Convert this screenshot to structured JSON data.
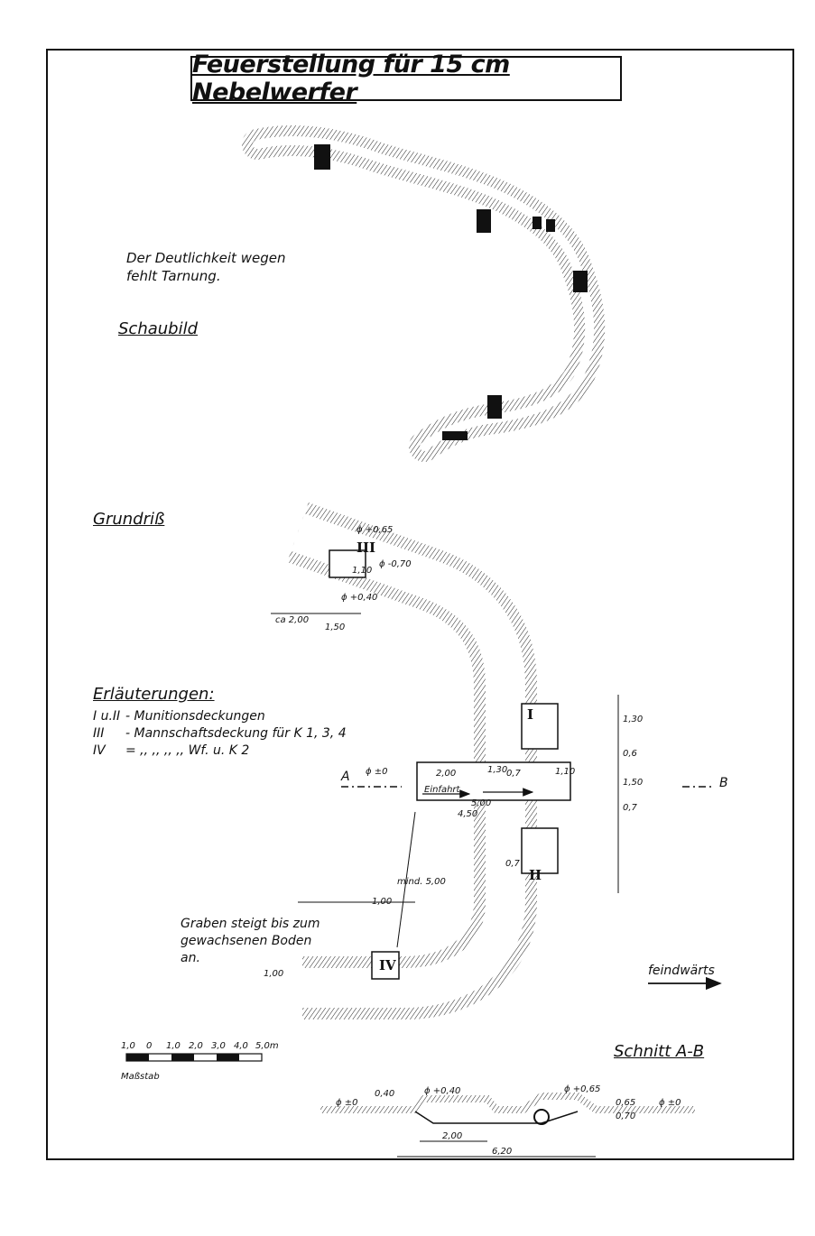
{
  "title": "Feuerstellung für 15 cm Nebelwerfer",
  "note": [
    "Der Deutlichkeit wegen",
    "fehlt Tarnung."
  ],
  "sections": {
    "perspective": "Schaubild",
    "plan": "Grundriß",
    "cross_section": "Schnitt A-B"
  },
  "legend": {
    "heading": "Erläuterungen:",
    "items": [
      {
        "key": "I u.II",
        "text": "- Munitionsdeckungen"
      },
      {
        "key": "III",
        "text": "- Mannschaftsdeckung für K 1, 3, 4"
      },
      {
        "key": "IV",
        "text": "=  ,,   ,,   ,,   ,, Wf. u. K 2"
      }
    ]
  },
  "plan_labels": {
    "section_a": "A",
    "section_b": "B",
    "entrance": "Einfahrt",
    "trench_note": [
      "Graben steigt bis zum",
      "gewachsenen Boden",
      "an."
    ],
    "direction": "feindwärts",
    "cover_1": "I",
    "cover_2": "II",
    "cover_3": "III",
    "cover_4": "IV",
    "dims": [
      "ϕ +0,65",
      "ϕ -0,70",
      "ϕ +0,40",
      "ϕ ±0",
      "2,00",
      "1,30",
      "0,7",
      "1,10",
      "5,00",
      "4,50",
      "1,50",
      "ca 2,00",
      "1,00",
      "mind. 5,00",
      "1,30",
      "0,6",
      "1,50",
      "0,7",
      "1,00",
      "1,10",
      "0,7"
    ]
  },
  "scale": {
    "ticks": [
      "1,0",
      "0",
      "1,0",
      "2,0",
      "3,0",
      "4,0",
      "5,0m"
    ],
    "label": "Maßstab"
  },
  "section_labels": {
    "dims": [
      "ϕ ±0",
      "0,40",
      "ϕ +0,40",
      "ϕ +0,65",
      "0,65",
      "0,70",
      "ϕ ±0",
      "2,00",
      "6,20"
    ]
  }
}
